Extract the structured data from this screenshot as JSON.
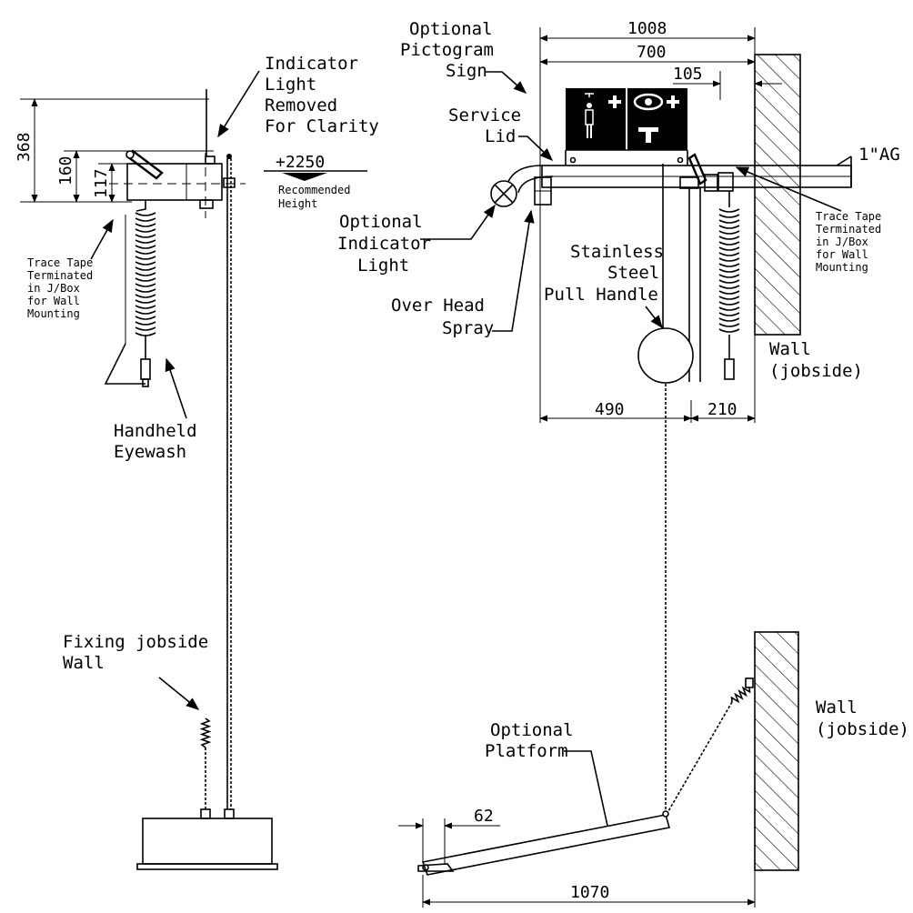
{
  "labels": {
    "optional_pictogram_sign": [
      "Optional",
      "Pictogram",
      "Sign"
    ],
    "indicator_light_removed": [
      "Indicator",
      "Light",
      "Removed",
      "For Clarity"
    ],
    "service_lid": [
      "Service",
      "Lid"
    ],
    "optional_indicator_light": [
      "Optional",
      "Indicator",
      "Light"
    ],
    "stainless_steel_pull_handle": [
      "Stainless",
      "Steel",
      "Pull Handle"
    ],
    "over_head_spray": [
      "Over Head",
      "Spray"
    ],
    "trace_tape_left": [
      "Trace Tape",
      "Terminated",
      "in J/Box",
      "for Wall",
      "Mounting"
    ],
    "trace_tape_right": [
      "Trace Tape",
      "Terminated",
      "in J/Box",
      "for Wall",
      "Mounting"
    ],
    "handheld_eyewash": [
      "Handheld",
      "Eyewash"
    ],
    "wall_jobside_top": [
      "Wall",
      "(jobside)"
    ],
    "wall_jobside_bottom": [
      "Wall",
      "(jobside)"
    ],
    "fixing_jobside_wall": [
      "Fixing jobside",
      "Wall"
    ],
    "optional_platform": [
      "Optional",
      "Platform"
    ],
    "recommended_height": [
      "Recommended",
      "Height"
    ],
    "pipe_size": "1\"AG"
  },
  "dimensions": {
    "d1008": "1008",
    "d700": "700",
    "d105": "105",
    "d368": "368",
    "d160": "160",
    "d117": "117",
    "d2250": "+2250",
    "d490": "490",
    "d210": "210",
    "d62": "62",
    "d1070": "1070"
  },
  "colors": {
    "line": "#000000",
    "background": "#ffffff"
  },
  "icons": [
    "person-pictogram-icon",
    "eye-pictogram-icon",
    "shower-head-pictogram-icon",
    "plus-icon"
  ]
}
